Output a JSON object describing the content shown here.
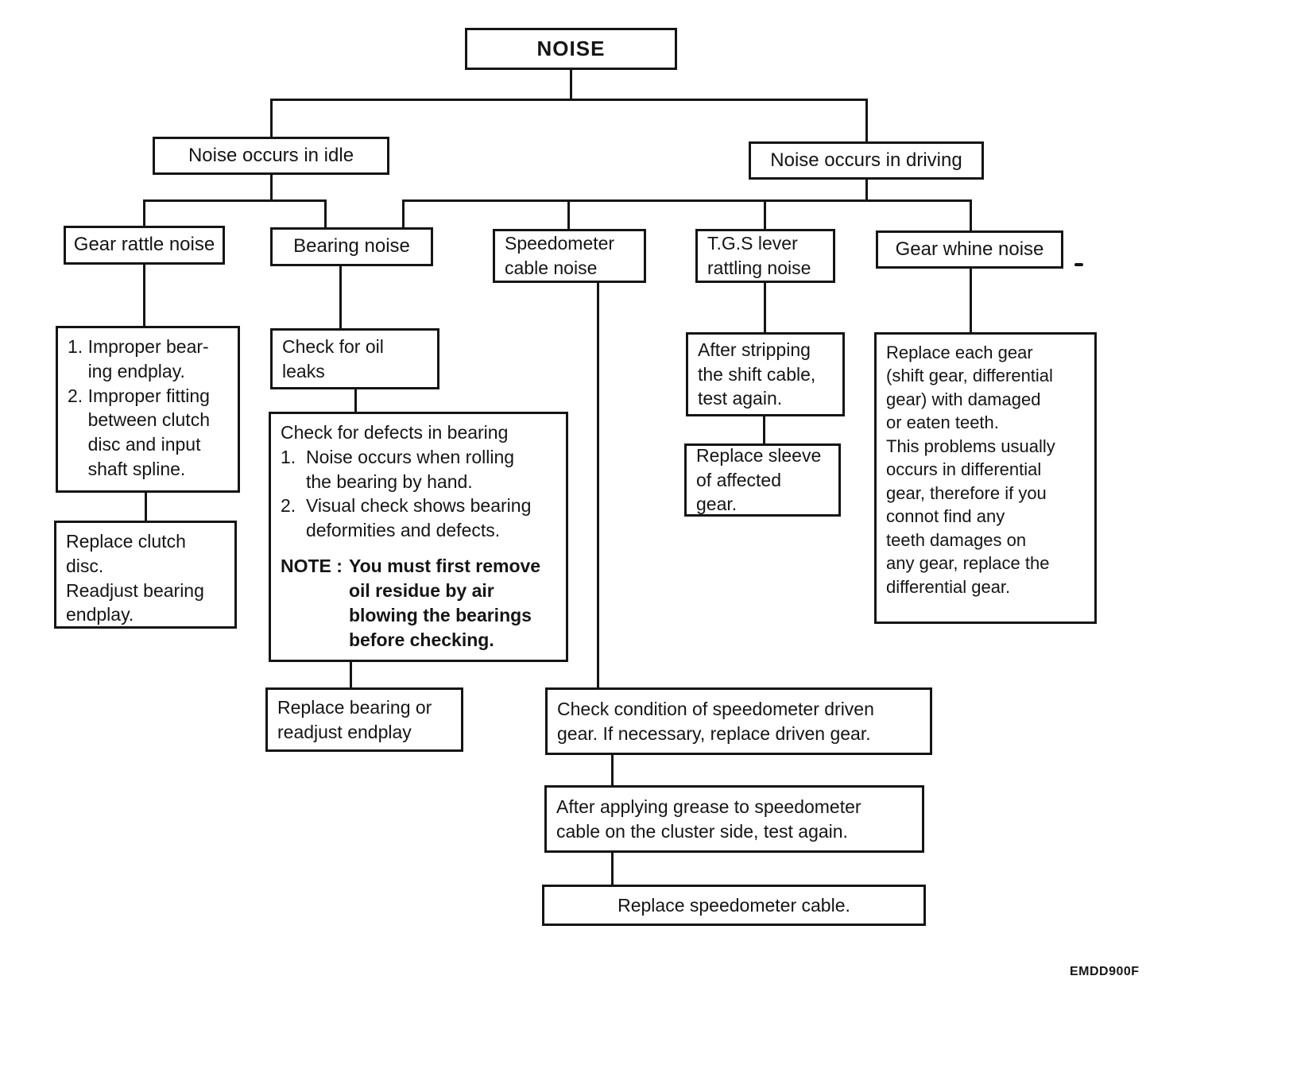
{
  "figure": {
    "code": "EMDD900F"
  },
  "flowchart": {
    "root": {
      "label": "NOISE"
    },
    "level1": {
      "idle": {
        "label": "Noise occurs in idle"
      },
      "driving": {
        "label": "Noise occurs in driving"
      }
    },
    "branches": {
      "gear_rattle": {
        "header": "Gear rattle noise",
        "causes": "1. Improper bear-\n    ing endplay.\n2. Improper fitting\n    between clutch\n    disc and input\n    shaft spline.",
        "action": "Replace clutch\ndisc.\nReadjust bearing\nendplay."
      },
      "bearing": {
        "header": "Bearing noise",
        "check_oil": "Check for oil\nleaks",
        "check_defects": "Check for defects in bearing\n1.  Noise occurs when rolling\n     the bearing by hand.\n2.  Visual check shows bearing\n     deformities and defects.",
        "note_label": "NOTE :",
        "note_body": "You must first remove\noil residue by air\nblowing the bearings\nbefore checking.",
        "action": "Replace bearing or\nreadjust endplay"
      },
      "speedometer": {
        "header": "Speedometer\ncable noise",
        "step1": "Check condition of speedometer driven\ngear. If necessary, replace driven gear.",
        "step2": "After applying grease to speedometer\ncable on the cluster side, test again.",
        "step3": "Replace speedometer cable."
      },
      "tgs": {
        "header": "T.G.S lever\nrattling noise",
        "step1": "After stripping\nthe shift cable,\ntest again.",
        "step2": "Replace sleeve\nof affected\ngear."
      },
      "gear_whine": {
        "header": "Gear whine noise",
        "action": "Replace each gear\n(shift gear, differential\ngear) with damaged\nor eaten teeth.\nThis problems usually\noccurs in differential\ngear, therefore if you\nconnot find any\nteeth damages on\nany gear, replace the\ndifferential gear."
      }
    }
  }
}
